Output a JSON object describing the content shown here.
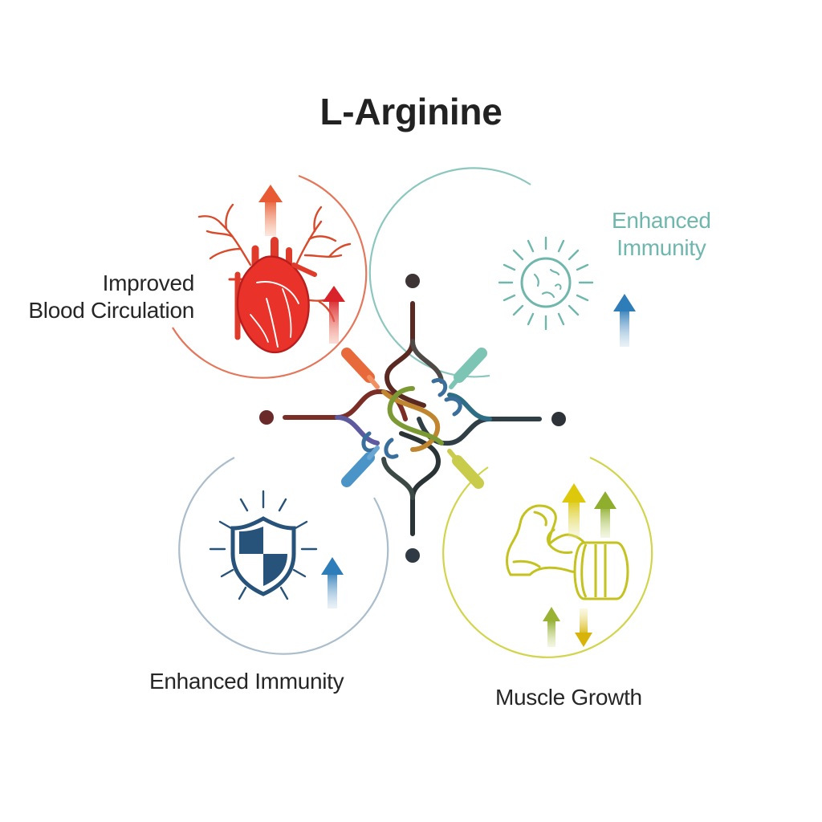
{
  "title": "L-Arginine",
  "colors": {
    "circulation": "#e05a36",
    "immunity_teal": "#6fb6ad",
    "immunity_blue": "#27527a",
    "muscle": "#c8c93a",
    "hub_dark": "#3a3a3a"
  },
  "benefits": {
    "circulation": {
      "line1": "Improved",
      "line2": "Blood Circulation",
      "icon": "heart-icon"
    },
    "immunity_top": {
      "line1": "Enhanced",
      "line2": "Immunity",
      "icon": "cell-icon"
    },
    "immunity_bottom": {
      "label": "Enhanced Immunity",
      "icon": "shield-icon"
    },
    "muscle": {
      "label": "Muscle Growth",
      "icon": "flexed-arm-icon"
    }
  }
}
